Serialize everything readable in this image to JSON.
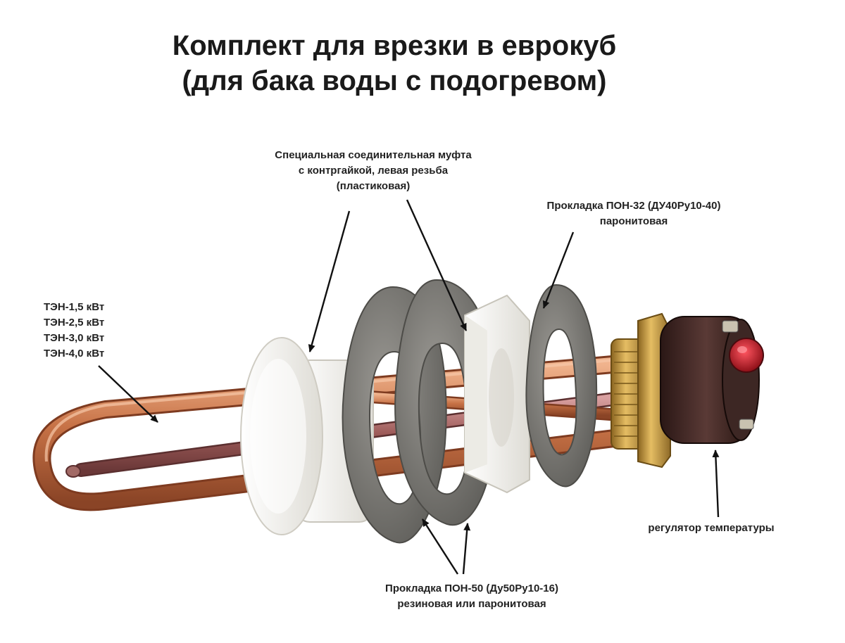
{
  "title": {
    "line1": "Комплект для врезки в еврокуб",
    "line2": "(для бака воды с подогревом)"
  },
  "labels": {
    "coupling": {
      "line1": "Специальная соединительная муфта",
      "line2": "с контргайкой, левая резьба",
      "line3": "(пластиковая)"
    },
    "gasket32": {
      "line1": "Прокладка ПОН-32 (ДУ40Ру10-40)",
      "line2": "паронитовая"
    },
    "heater": {
      "line1": "ТЭН-1,5 кВт",
      "line2": "ТЭН-2,5 кВт",
      "line3": "ТЭН-3,0 кВт",
      "line4": "ТЭН-4,0 кВт"
    },
    "regulator": {
      "line1": "регулятор температуры"
    },
    "gasket50": {
      "line1": "Прокладка ПОН-50 (Ду50Ру10-16)",
      "line2": "резиновая или паронитовая"
    }
  },
  "colors": {
    "copper": "#b8663f",
    "copper_light": "#e4a07a",
    "plastic": "#f4f3ef",
    "gasket": "#7d7c78",
    "brass": "#c99a3b",
    "regulator": "#3a2522",
    "button": "#c4202a"
  }
}
